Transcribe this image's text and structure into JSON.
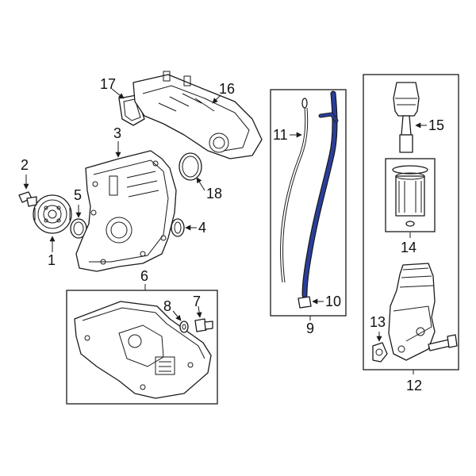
{
  "callouts": {
    "c1": "1",
    "c2": "2",
    "c3": "3",
    "c4": "4",
    "c5": "5",
    "c6": "6",
    "c7": "7",
    "c8": "8",
    "c9": "9",
    "c10": "10",
    "c11": "11",
    "c12": "12",
    "c13": "13",
    "c14": "14",
    "c15": "15",
    "c16": "16",
    "c17": "17",
    "c18": "18"
  },
  "colors": {
    "highlight": "#2a3e9e",
    "line": "#1a1a1a",
    "background": "#ffffff"
  }
}
